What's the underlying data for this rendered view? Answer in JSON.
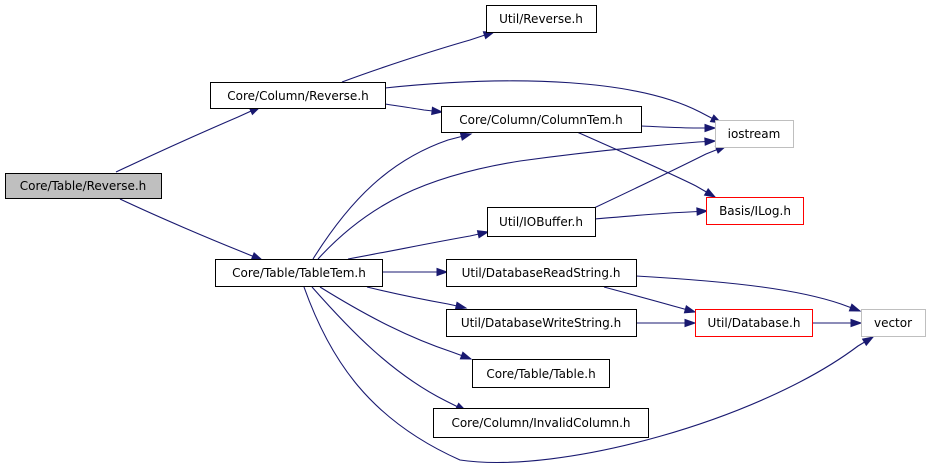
{
  "colors": {
    "edge": "#191970",
    "default_border": "#000000",
    "external_border": "#bfbfbf",
    "incomplete_border": "#ff0000",
    "root_fill": "#bfbfbf",
    "node_fill": "#ffffff"
  },
  "nodes": {
    "core_table_reverse": {
      "label": "Core/Table/Reverse.h",
      "kind": "root"
    },
    "core_column_reverse": {
      "label": "Core/Column/Reverse.h",
      "kind": "normal"
    },
    "util_reverse": {
      "label": "Util/Reverse.h",
      "kind": "normal"
    },
    "core_column_columntem": {
      "label": "Core/Column/ColumnTem.h",
      "kind": "normal"
    },
    "iostream": {
      "label": "iostream",
      "kind": "external"
    },
    "basis_ilog": {
      "label": "Basis/ILog.h",
      "kind": "incomplete"
    },
    "util_iobuffer": {
      "label": "Util/IOBuffer.h",
      "kind": "normal"
    },
    "core_table_tabletem": {
      "label": "Core/Table/TableTem.h",
      "kind": "normal"
    },
    "util_databasereadstring": {
      "label": "Util/DatabaseReadString.h",
      "kind": "normal"
    },
    "util_databasewritestring": {
      "label": "Util/DatabaseWriteString.h",
      "kind": "normal"
    },
    "util_database": {
      "label": "Util/Database.h",
      "kind": "incomplete"
    },
    "vector": {
      "label": "vector",
      "kind": "external"
    },
    "core_table_table": {
      "label": "Core/Table/Table.h",
      "kind": "normal"
    },
    "core_column_invalidcolumn": {
      "label": "Core/Column/InvalidColumn.h",
      "kind": "normal"
    }
  },
  "edges": [
    [
      "core_table_reverse",
      "core_column_reverse"
    ],
    [
      "core_table_reverse",
      "core_table_tabletem"
    ],
    [
      "core_column_reverse",
      "util_reverse"
    ],
    [
      "core_column_reverse",
      "iostream"
    ],
    [
      "core_column_reverse",
      "core_column_columntem"
    ],
    [
      "core_column_columntem",
      "iostream"
    ],
    [
      "core_column_columntem",
      "basis_ilog"
    ],
    [
      "util_iobuffer",
      "iostream"
    ],
    [
      "util_iobuffer",
      "basis_ilog"
    ],
    [
      "core_table_tabletem",
      "core_column_columntem"
    ],
    [
      "core_table_tabletem",
      "iostream"
    ],
    [
      "core_table_tabletem",
      "util_iobuffer"
    ],
    [
      "core_table_tabletem",
      "util_databasereadstring"
    ],
    [
      "core_table_tabletem",
      "util_databasewritestring"
    ],
    [
      "core_table_tabletem",
      "core_table_table"
    ],
    [
      "core_table_tabletem",
      "core_column_invalidcolumn"
    ],
    [
      "core_table_tabletem",
      "vector"
    ],
    [
      "util_databasereadstring",
      "util_database"
    ],
    [
      "util_databasereadstring",
      "vector"
    ],
    [
      "util_databasewritestring",
      "util_database"
    ],
    [
      "util_database",
      "vector"
    ]
  ]
}
